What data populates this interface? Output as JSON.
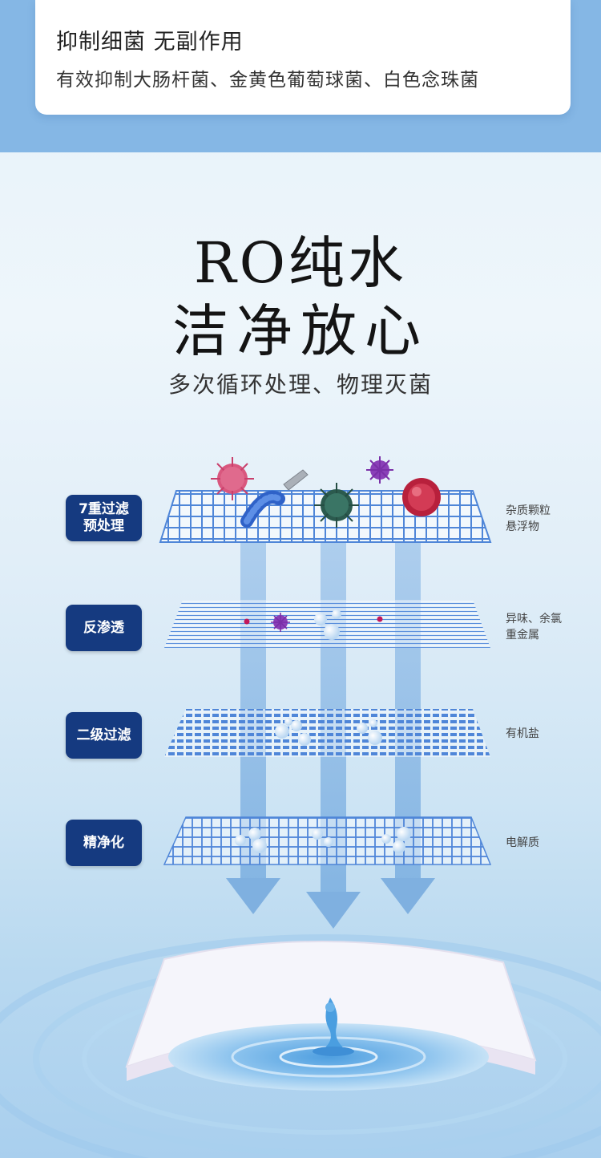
{
  "top_card": {
    "title": "抑制细菌  无副作用",
    "subtitle": "有效抑制大肠杆菌、金黄色葡萄球菌、白色念珠菌"
  },
  "headline": {
    "line1": "RO纯水",
    "line2": "洁净放心"
  },
  "tagline": "多次循环处理、物理灭菌",
  "stages": [
    {
      "label": "7重过滤\n预处理",
      "note": "杂质颗粒\n悬浮物"
    },
    {
      "label": "反渗透",
      "note": "异味、余氯\n重金属"
    },
    {
      "label": "二级过滤",
      "note": "有机盐"
    },
    {
      "label": "精净化",
      "note": "电解质"
    }
  ],
  "colors": {
    "top_band": "#85b7e5",
    "badge": "#153a80",
    "mesh": "#4f86d8",
    "arrow": "#7fb0e0"
  },
  "icons": {
    "germs": [
      "pink-virus-icon",
      "metal-particle-icon",
      "purple-virus-icon",
      "blue-bacterium-icon",
      "green-virus-icon",
      "red-virus-icon"
    ],
    "water": "water-drop-icon"
  }
}
